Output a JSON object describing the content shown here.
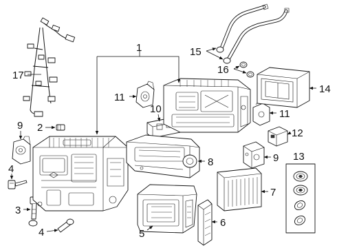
{
  "callouts": [
    {
      "id": "c1",
      "label": "1"
    },
    {
      "id": "c2",
      "label": "2"
    },
    {
      "id": "c3",
      "label": "3"
    },
    {
      "id": "c4a",
      "label": "4"
    },
    {
      "id": "c4b",
      "label": "4"
    },
    {
      "id": "c5",
      "label": "5"
    },
    {
      "id": "c6",
      "label": "6"
    },
    {
      "id": "c7",
      "label": "7"
    },
    {
      "id": "c8",
      "label": "8"
    },
    {
      "id": "c9a",
      "label": "9"
    },
    {
      "id": "c9b",
      "label": "9"
    },
    {
      "id": "c10",
      "label": "10"
    },
    {
      "id": "c11a",
      "label": "11"
    },
    {
      "id": "c11b",
      "label": "11"
    },
    {
      "id": "c12",
      "label": "12"
    },
    {
      "id": "c13",
      "label": "13"
    },
    {
      "id": "c14",
      "label": "14"
    },
    {
      "id": "c15",
      "label": "15"
    },
    {
      "id": "c16",
      "label": "16"
    },
    {
      "id": "c17",
      "label": "17"
    }
  ]
}
